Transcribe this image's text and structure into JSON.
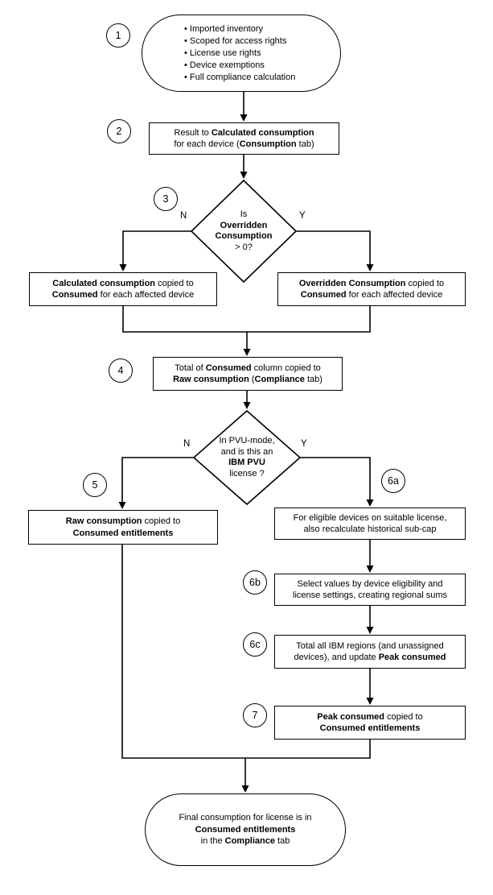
{
  "colors": {
    "line": "#000000",
    "background": "#ffffff",
    "text": "#000000"
  },
  "steps": {
    "s1": "1",
    "s2": "2",
    "s3": "3",
    "s4": "4",
    "s5": "5",
    "s6a": "6a",
    "s6b": "6b",
    "s6c": "6c",
    "s7": "7"
  },
  "branches": {
    "d1_no": "N",
    "d1_yes": "Y",
    "d2_no": "N",
    "d2_yes": "Y"
  },
  "nodes": {
    "start": {
      "shape": "stadium",
      "lines": [
        [
          {
            "t": "• Imported inventory"
          }
        ],
        [
          {
            "t": "• Scoped for access rights"
          }
        ],
        [
          {
            "t": "• License use rights"
          }
        ],
        [
          {
            "t": "• Device exemptions"
          }
        ],
        [
          {
            "t": "• Full compliance calculation"
          }
        ]
      ]
    },
    "result": {
      "shape": "rect",
      "lines": [
        [
          {
            "t": "Result to "
          },
          {
            "t": "Calculated consumption",
            "b": true
          }
        ],
        [
          {
            "t": "for each device ("
          },
          {
            "t": "Consumption",
            "b": true
          },
          {
            "t": " tab)"
          }
        ]
      ]
    },
    "decision1": {
      "shape": "diamond",
      "lines": [
        [
          {
            "t": "Is"
          }
        ],
        [
          {
            "t": "Overridden",
            "b": true
          }
        ],
        [
          {
            "t": "Consumption",
            "b": true
          }
        ],
        [
          {
            "t": "> 0?"
          }
        ]
      ]
    },
    "calc_copied": {
      "shape": "rect",
      "lines": [
        [
          {
            "t": "Calculated consumption",
            "b": true
          },
          {
            "t": " copied to"
          }
        ],
        [
          {
            "t": "Consumed",
            "b": true
          },
          {
            "t": " for each affected device"
          }
        ]
      ]
    },
    "overridden_copied": {
      "shape": "rect",
      "lines": [
        [
          {
            "t": "Overridden Consumption",
            "b": true
          },
          {
            "t": " copied to"
          }
        ],
        [
          {
            "t": "Consumed",
            "b": true
          },
          {
            "t": " for each affected device"
          }
        ]
      ]
    },
    "total_consumed": {
      "shape": "rect",
      "lines": [
        [
          {
            "t": "Total of "
          },
          {
            "t": "Consumed",
            "b": true
          },
          {
            "t": " column copied to"
          }
        ],
        [
          {
            "t": "Raw consumption",
            "b": true
          },
          {
            "t": " ("
          },
          {
            "t": "Compliance",
            "b": true
          },
          {
            "t": " tab)"
          }
        ]
      ]
    },
    "decision2": {
      "shape": "diamond",
      "lines": [
        [
          {
            "t": "In PVU-mode,"
          }
        ],
        [
          {
            "t": "and is this an"
          }
        ],
        [
          {
            "t": "IBM PVU",
            "b": true
          }
        ],
        [
          {
            "t": "license ?"
          }
        ]
      ]
    },
    "raw_copied": {
      "shape": "rect",
      "lines": [
        [
          {
            "t": "Raw consumption",
            "b": true
          },
          {
            "t": " copied to"
          }
        ],
        [
          {
            "t": "Consumed entitlements",
            "b": true
          }
        ]
      ]
    },
    "recalc_subcap": {
      "shape": "rect",
      "lines": [
        [
          {
            "t": "For eligible devices on suitable license,"
          }
        ],
        [
          {
            "t": "also recalculate historical sub-cap"
          }
        ]
      ]
    },
    "select_values": {
      "shape": "rect",
      "lines": [
        [
          {
            "t": "Select values by device eligibility and"
          }
        ],
        [
          {
            "t": "license settings, creating regional sums"
          }
        ]
      ]
    },
    "total_regions": {
      "shape": "rect",
      "lines": [
        [
          {
            "t": "Total all IBM regions (and unassigned"
          }
        ],
        [
          {
            "t": "devices), and update "
          },
          {
            "t": "Peak consumed",
            "b": true
          }
        ]
      ]
    },
    "peak_copied": {
      "shape": "rect",
      "lines": [
        [
          {
            "t": "Peak consumed",
            "b": true
          },
          {
            "t": " copied to"
          }
        ],
        [
          {
            "t": "Consumed entitlements",
            "b": true
          }
        ]
      ]
    },
    "end": {
      "shape": "stadium",
      "lines": [
        [
          {
            "t": "Final consumption for license is in"
          }
        ],
        [
          {
            "t": "Consumed entitlements",
            "b": true
          }
        ],
        [
          {
            "t": "in the "
          },
          {
            "t": "Compliance",
            "b": true
          },
          {
            "t": " tab"
          }
        ]
      ]
    }
  }
}
